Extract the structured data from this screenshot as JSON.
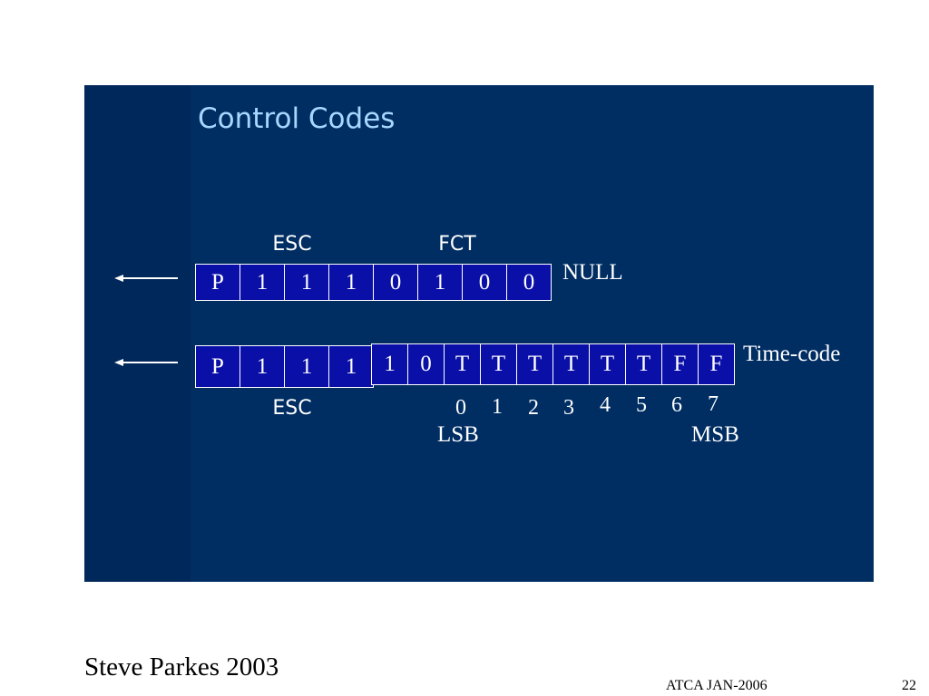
{
  "slide": {
    "title": "Control Codes",
    "null_code": {
      "top_label_esc": "ESC",
      "top_label_fct": "FCT",
      "bits": [
        "P",
        "1",
        "1",
        "1",
        "0",
        "1",
        "0",
        "0"
      ],
      "side_label": "NULL"
    },
    "timecode": {
      "esc_bits": [
        "P",
        "1",
        "1",
        "1"
      ],
      "data_bits": [
        "1",
        "0",
        "T",
        "T",
        "T",
        "T",
        "T",
        "T",
        "F",
        "F"
      ],
      "side_label": "Time-code",
      "bottom_label_esc": "ESC",
      "bit_numbers": [
        "0",
        "1",
        "2",
        "3",
        "4",
        "5",
        "6",
        "7"
      ],
      "lsb_label": "LSB",
      "msb_label": "MSB"
    }
  },
  "footer": {
    "author": "Steve Parkes 2003",
    "event": "ATCA JAN-2006",
    "page": "22"
  }
}
